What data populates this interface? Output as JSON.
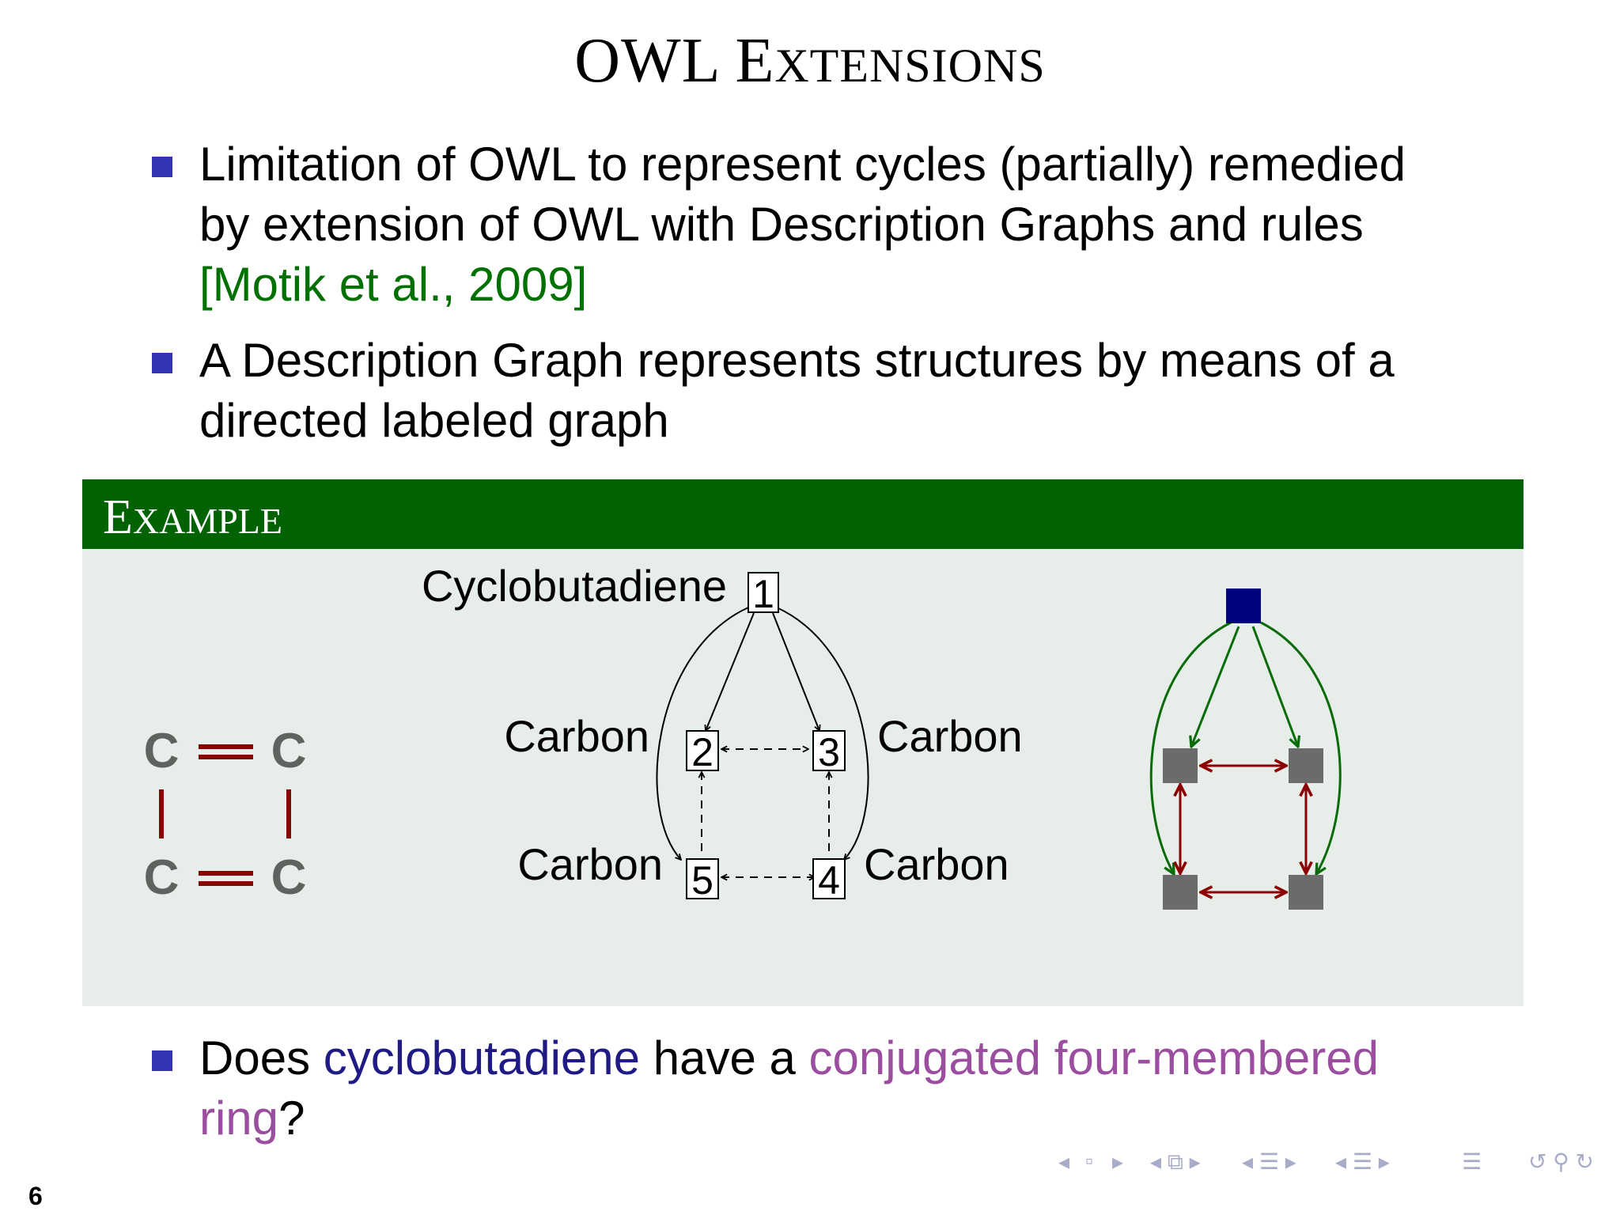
{
  "title": {
    "first_letter": "OWL E",
    "rest": "xtensions"
  },
  "bullets": [
    {
      "line1": "Limitation of OWL to represent cycles (partially) remedied",
      "line2": "by extension of OWL with Description Graphs and rules",
      "citation": "[Motik et al., 2009]"
    },
    {
      "line1": "A Description Graph represents structures by means of a",
      "line2": "directed labeled graph"
    }
  ],
  "example": {
    "header_first": "E",
    "header_rest": "xample",
    "molecule": {
      "atom": "C"
    },
    "graph": {
      "root_label": "Cyclobutadiene",
      "node_labels": [
        "1",
        "2",
        "3",
        "4",
        "5"
      ],
      "carbon_label": "Carbon"
    }
  },
  "question": {
    "pre": "Does ",
    "term1": "cyclobutadiene",
    "mid": " have a ",
    "term2_line1": "conjugated four-membered",
    "term2_line2": "ring",
    "post": "?"
  },
  "footer": {
    "page_number": "6"
  },
  "nav_icons": [
    "nav-left-icon",
    "frame-icon",
    "nav-right-icon",
    "section-icon",
    "subsection-icon",
    "outline-icon",
    "search-icon"
  ],
  "colors": {
    "bullet": "#3333b3",
    "citation": "#007000",
    "header_bg": "#016201",
    "example_bg": "#e7ede8",
    "bond": "#8b0000",
    "graph_green": "#0a6b0a",
    "root_square": "#00007a",
    "gray_square": "#6b6b6b"
  }
}
